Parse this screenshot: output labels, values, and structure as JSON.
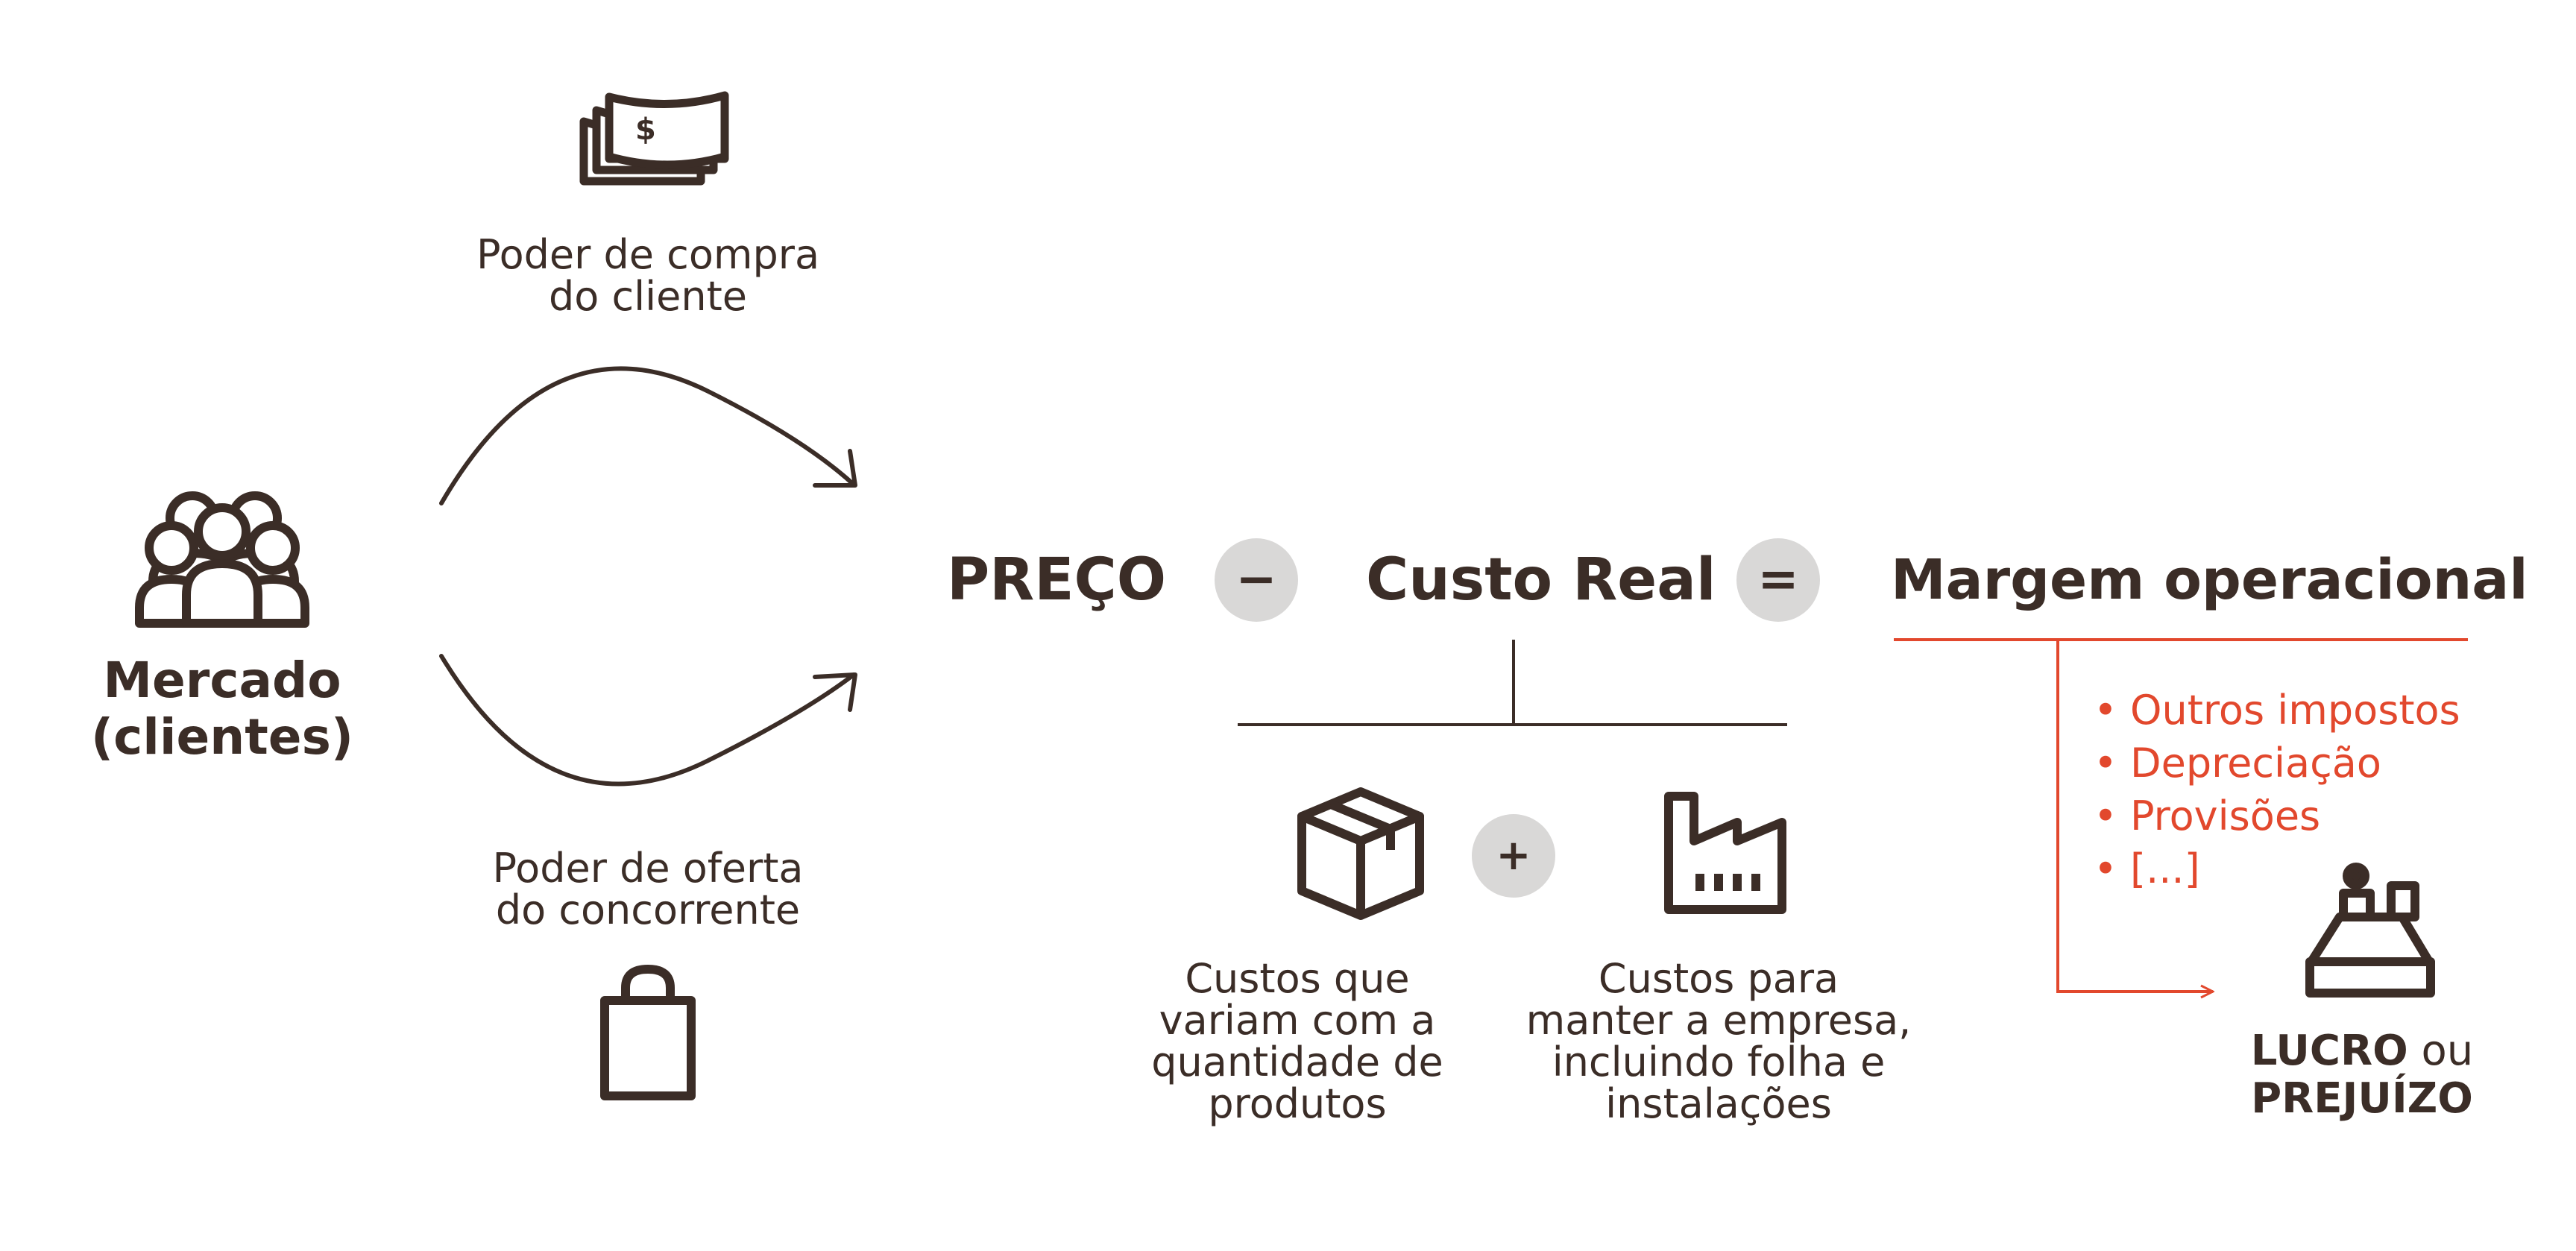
{
  "market": {
    "label_line1": "Mercado",
    "label_line2": "(clientes)"
  },
  "buying_power": {
    "line1": "Poder de compra",
    "line2": "do cliente"
  },
  "competitor_offer": {
    "line1": "Poder de oferta",
    "line2": "do concorrente"
  },
  "equation": {
    "price": "PREÇO",
    "minus": "−",
    "real_cost": "Custo Real",
    "equals": "=",
    "operating_margin": "Margem operacional"
  },
  "costs": {
    "plus": "+",
    "variable": [
      "Custos que",
      "variam com a",
      "quantidade de",
      "produtos"
    ],
    "fixed": [
      "Custos para",
      "manter a empresa,",
      "incluindo folha e",
      "instalações"
    ],
    "money_symbol": "$"
  },
  "deductions": [
    "• Outros impostos",
    "• Depreciação",
    "• Provisões",
    "• [...]"
  ],
  "result": {
    "profit": "LUCRO",
    "or": " ou",
    "loss": "PREJUÍZO"
  },
  "colors": {
    "dark": "#3b2d27",
    "accent": "#e2482d",
    "circle": "#d9d8d7"
  },
  "icons": [
    "people-group-icon",
    "banknotes-icon",
    "shopping-bag-icon",
    "box-icon",
    "factory-icon",
    "cash-register-icon"
  ]
}
